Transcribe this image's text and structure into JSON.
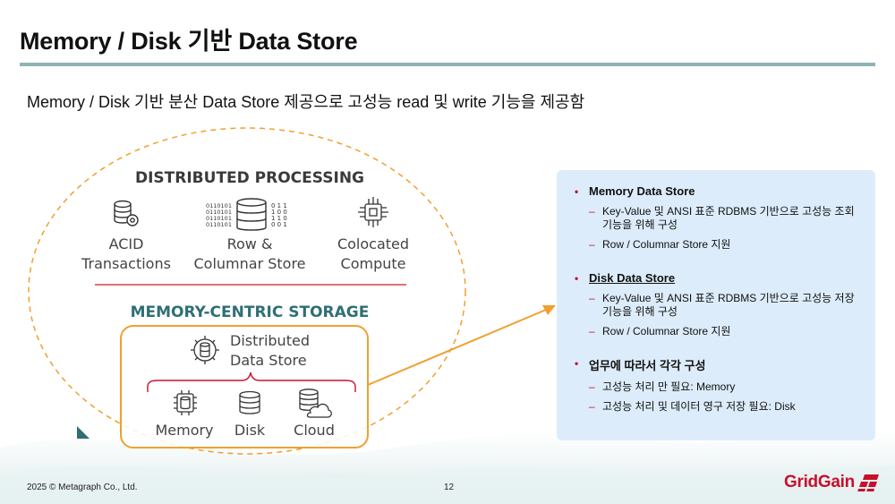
{
  "slide": {
    "title": "Memory / Disk 기반 Data Store",
    "subtitle": "Memory / Disk 기반 분산 Data Store 제공으로 고성능 read 및 write 기능을 제공함",
    "page_number": "12",
    "copyright": "2025 © Metagraph Co., Ltd."
  },
  "diagram": {
    "processing_heading": "DISTRIBUTED PROCESSING",
    "acid_line1": "ACID",
    "acid_line2": "Transactions",
    "rowcol_line1": "Row &",
    "rowcol_line2": "Columnar Store",
    "coloc_line1": "Colocated",
    "coloc_line2": "Compute",
    "binary_left": [
      "0110101",
      "0110101",
      "0110101",
      "0110101"
    ],
    "binary_right": [
      "0 1 1",
      "1 0 0",
      "1 1 0",
      "0 0 1"
    ],
    "storage_heading": "MEMORY-CENTRIC STORAGE",
    "dds_line1": "Distributed",
    "dds_line2": "Data Store",
    "memory_label": "Memory",
    "disk_label": "Disk",
    "cloud_label": "Cloud"
  },
  "info": {
    "memory_store": {
      "title": "Memory Data Store",
      "items": [
        "Key-Value 및 ANSI 표준 RDBMS 기반으로 고성능 조회 기능을 위해 구성",
        "Row / Columnar Store 지원"
      ]
    },
    "disk_store": {
      "title": "Disk Data Store",
      "items": [
        "Key-Value 및 ANSI 표준 RDBMS 기반으로 고성능 저장 기능을 위해 구성",
        "Row / Columnar Store 지원"
      ]
    },
    "config": {
      "title": "업무에 따라서 각각 구성",
      "items": [
        "고성능 처리 만 필요: Memory",
        "고성능 처리 및 데이터 영구 저장 필요: Disk"
      ]
    }
  },
  "logo": {
    "text": "GridGain"
  },
  "colors": {
    "accent_orange": "#f0a030",
    "accent_red": "#c8102e",
    "heading_teal": "#2f6f74",
    "title_rule": "#8fb3b4",
    "info_bg": "#dcecfa"
  }
}
